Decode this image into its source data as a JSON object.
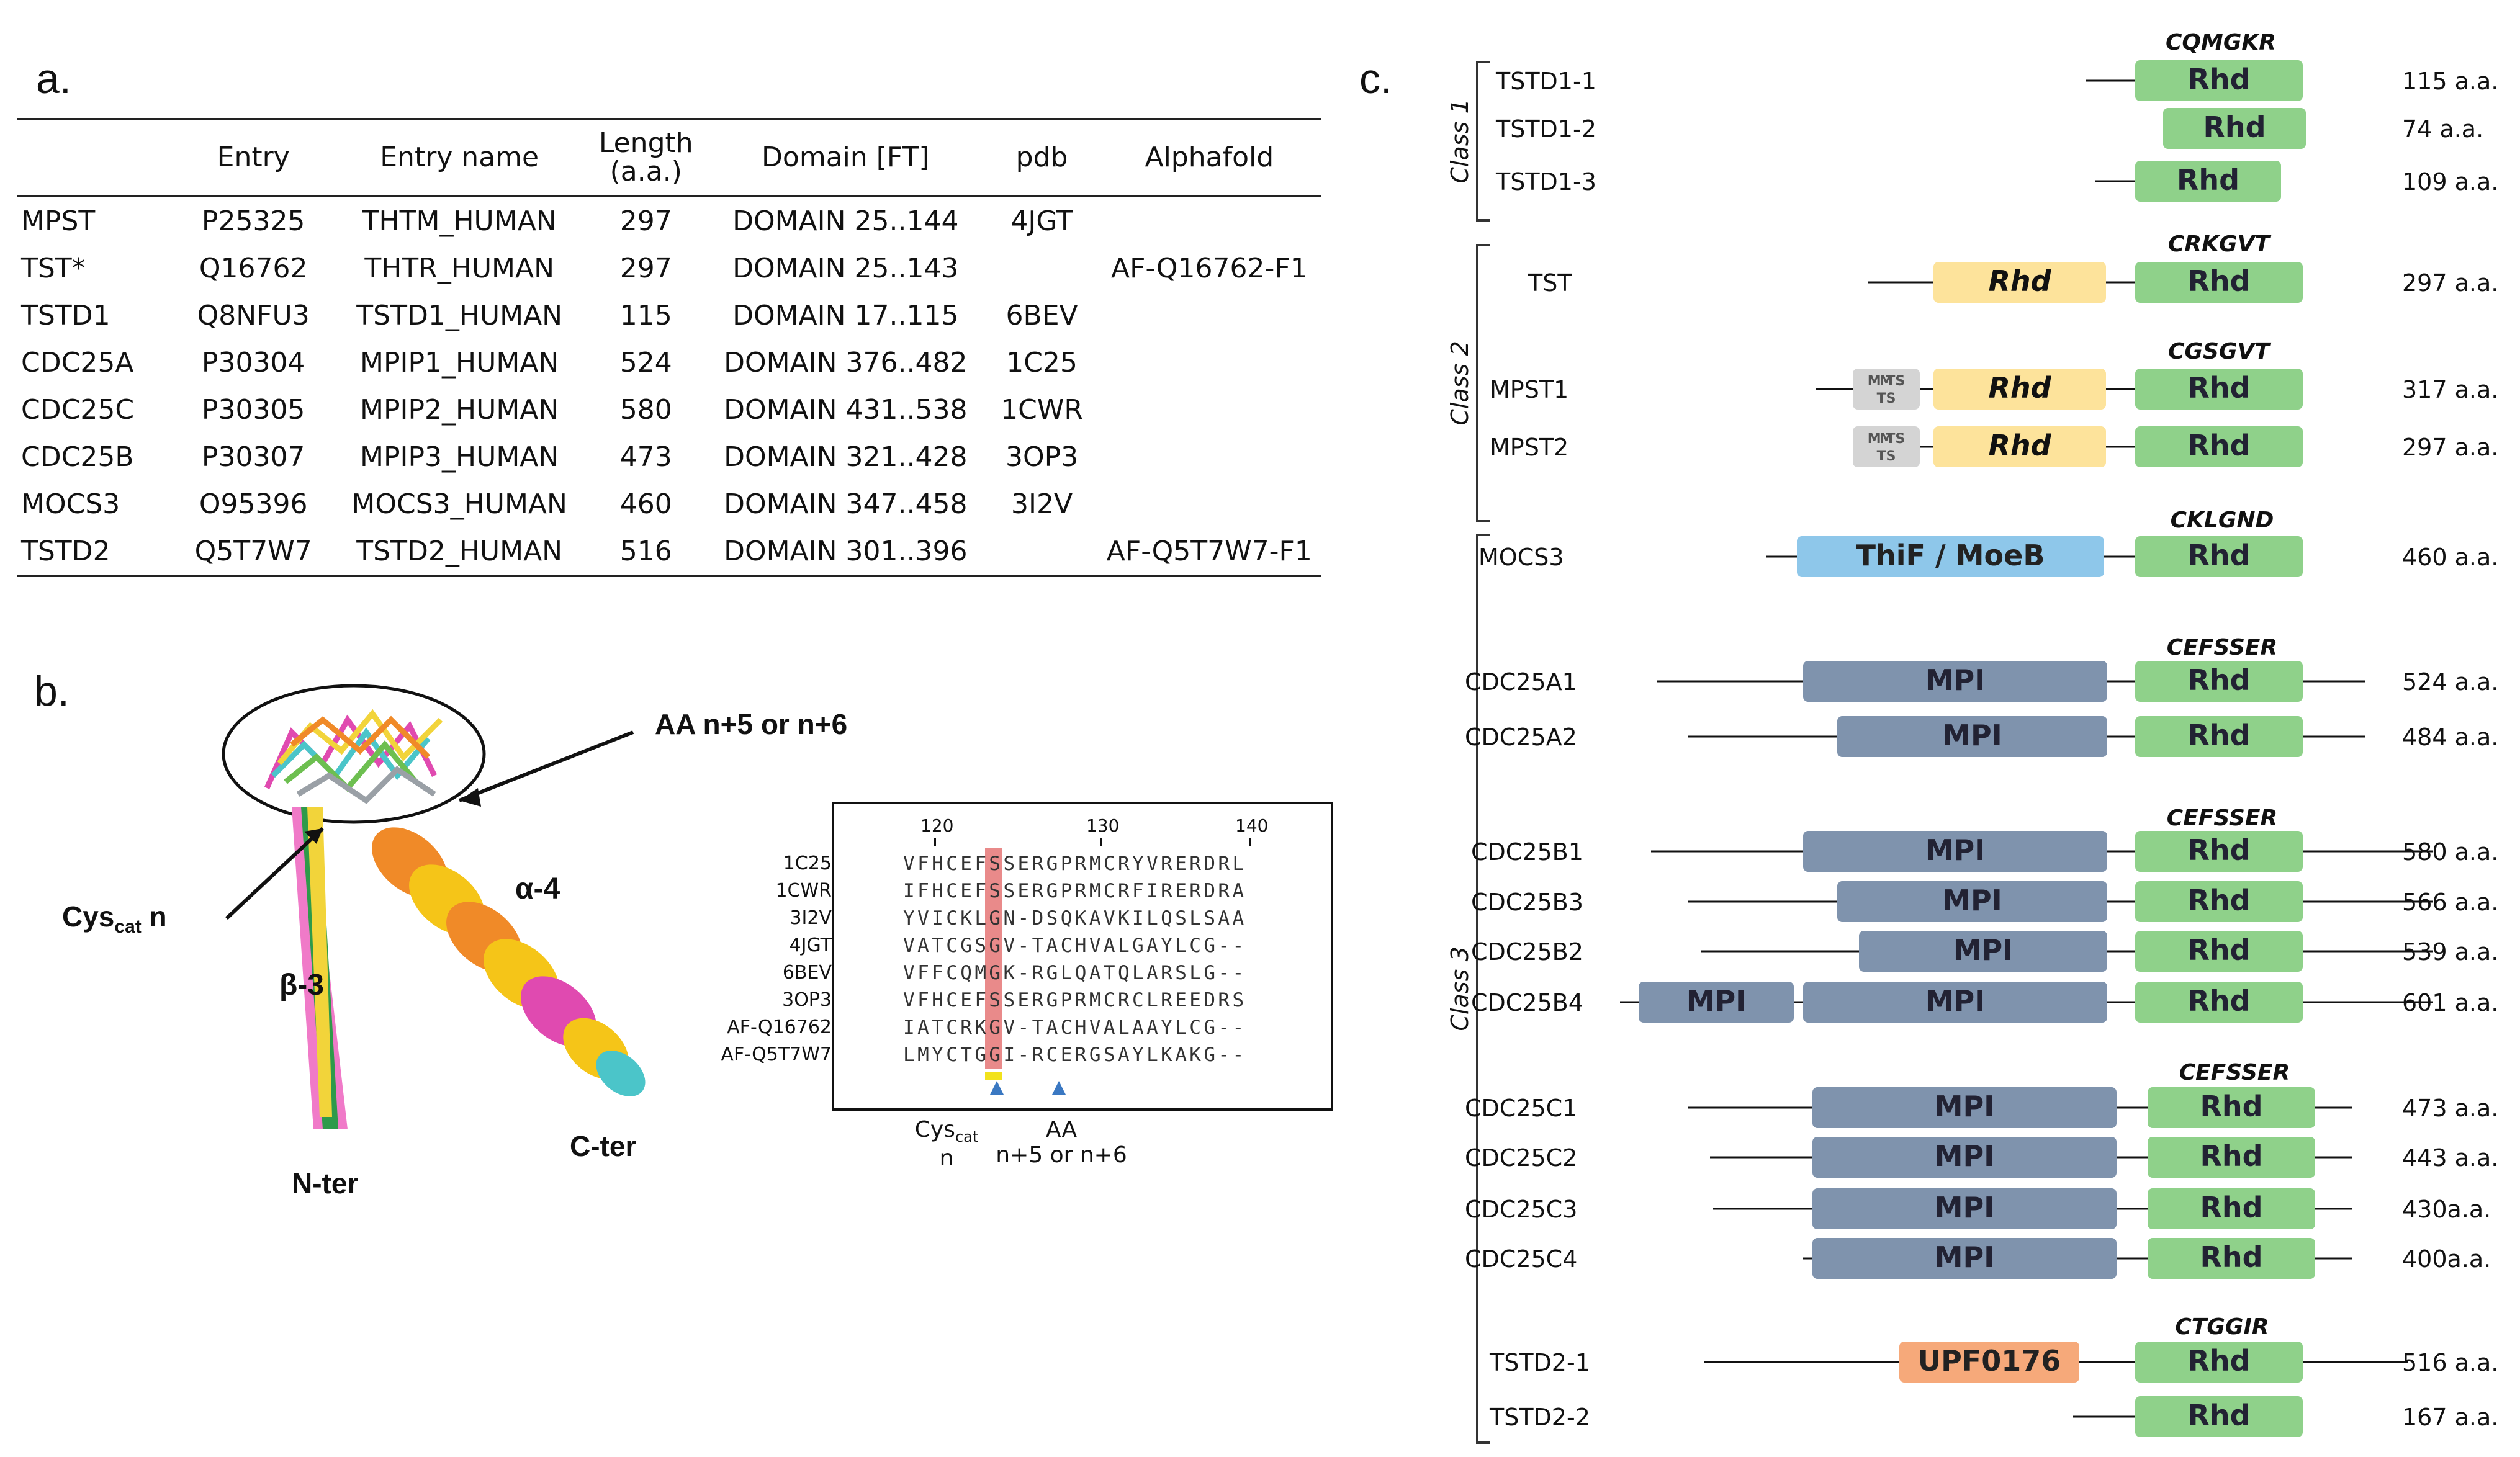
{
  "panel_a": {
    "label": "a.",
    "headers": [
      "",
      "Entry",
      "Entry name",
      "Length (a.a.)",
      "Domain [FT]",
      "pdb",
      "Alphafold"
    ],
    "rows": [
      [
        "MPST",
        "P25325",
        "THTM_HUMAN",
        "297",
        "DOMAIN 25..144",
        "4JGT",
        ""
      ],
      [
        "TST*",
        "Q16762",
        "THTR_HUMAN",
        "297",
        "DOMAIN 25..143",
        "",
        "AF-Q16762-F1"
      ],
      [
        "TSTD1",
        "Q8NFU3",
        "TSTD1_HUMAN",
        "115",
        "DOMAIN 17..115",
        "6BEV",
        ""
      ],
      [
        "CDC25A",
        "P30304",
        "MPIP1_HUMAN",
        "524",
        "DOMAIN 376..482",
        "1C25",
        ""
      ],
      [
        "CDC25C",
        "P30305",
        "MPIP2_HUMAN",
        "580",
        "DOMAIN 431..538",
        "1CWR",
        ""
      ],
      [
        "CDC25B",
        "P30307",
        "MPIP3_HUMAN",
        "473",
        "DOMAIN 321..428",
        "3OP3",
        ""
      ],
      [
        "MOCS3",
        "O95396",
        "MOCS3_HUMAN",
        "460",
        "DOMAIN 347..458",
        "3I2V",
        ""
      ],
      [
        "TSTD2",
        "Q5T7W7",
        "TSTD2_HUMAN",
        "516",
        "DOMAIN 301..396",
        "",
        "AF-Q5T7W7-F1"
      ]
    ]
  },
  "panel_b": {
    "label": "b.",
    "annotations": {
      "aa_label": "AA n+5 or n+6",
      "cys_main": "Cys",
      "cys_sub": "cat",
      "cys_n": " n",
      "alpha": "α-4",
      "beta": "β-3",
      "nter": "N-ter",
      "cter": "C-ter"
    },
    "alignment": {
      "ticks": [
        "120",
        "130",
        "140"
      ],
      "rows": [
        {
          "id": "1C25",
          "seq": "VFHCEFSSERGPRMCRYVRERDRL"
        },
        {
          "id": "1CWR",
          "seq": "IFHCEFSSERGPRMCRFIRERDRA"
        },
        {
          "id": "3I2V",
          "seq": "YVICKLGN-DSQKAVKILQSLSAA"
        },
        {
          "id": "4JGT",
          "seq": "VATCGSGV-TACHVALGAYLCG--"
        },
        {
          "id": "6BEV",
          "seq": "VFFCQMGK-RGLQATQLARSLG--"
        },
        {
          "id": "3OP3",
          "seq": "VFHCEFSSERGPRMCRCLREEDRS"
        },
        {
          "id": "AF-Q16762",
          "seq": "IATCRKGV-TACHVALAAYLCG--"
        },
        {
          "id": "AF-Q5T7W7",
          "seq": "LMYCTGGI-RCERGSAYLKAKG--"
        }
      ],
      "below_cys_main": "Cys",
      "below_cys_sub": "cat",
      "below_cys_n": "n",
      "below_aa": "AA",
      "below_aa2": "n+5 or n+6",
      "highlight_color": "#e98a8a",
      "marker_color": "#3a78c2"
    }
  },
  "panel_c": {
    "label": "c.",
    "colors": {
      "rhd": "#8fd18a",
      "rhd_yellow": "#fde39b",
      "mts": "#d4d4d4",
      "thif": "#8ec7ea",
      "mpi": "#7f93ad",
      "upf": "#f6a97a"
    },
    "classes": [
      "Class 1",
      "Class 2",
      "Class 3"
    ],
    "motifs": [
      "CQMGKR",
      "CRKGVT",
      "CGSGVT",
      "CKLGND",
      "CEFSSER",
      "CEFSSER",
      "CEFSSER",
      "CTGGIR"
    ],
    "proteins": [
      {
        "name": "TSTD1-1",
        "length": "115 a.a.",
        "domains": [
          "Rhd"
        ]
      },
      {
        "name": "TSTD1-2",
        "length": "74 a.a.",
        "domains": [
          "Rhd"
        ]
      },
      {
        "name": "TSTD1-3",
        "length": "109 a.a.",
        "domains": [
          "Rhd"
        ]
      },
      {
        "name": "TST",
        "length": "297 a.a.",
        "domains": [
          "Rhd",
          "Rhd"
        ]
      },
      {
        "name": "MPST1",
        "length": "317 a.a.",
        "domains": [
          "M TS",
          "Rhd",
          "Rhd"
        ]
      },
      {
        "name": "MPST2",
        "length": "297 a.a.",
        "domains": [
          "M TS",
          "Rhd",
          "Rhd"
        ]
      },
      {
        "name": "MOCS3",
        "length": "460 a.a.",
        "domains": [
          "ThiF / MoeB",
          "Rhd"
        ]
      },
      {
        "name": "CDC25A1",
        "length": "524 a.a.",
        "domains": [
          "MPI",
          "Rhd"
        ]
      },
      {
        "name": "CDC25A2",
        "length": "484 a.a.",
        "domains": [
          "MPI",
          "Rhd"
        ]
      },
      {
        "name": "CDC25B1",
        "length": "580 a.a.",
        "domains": [
          "MPI",
          "Rhd"
        ]
      },
      {
        "name": "CDC25B3",
        "length": "566 a.a.",
        "domains": [
          "MPI",
          "Rhd"
        ]
      },
      {
        "name": "CDC25B2",
        "length": "539 a.a.",
        "domains": [
          "MPI",
          "Rhd"
        ]
      },
      {
        "name": "CDC25B4",
        "length": "601 a.a.",
        "domains": [
          "MPI",
          "MPI",
          "Rhd"
        ]
      },
      {
        "name": "CDC25C1",
        "length": "473 a.a.",
        "domains": [
          "MPI",
          "Rhd"
        ]
      },
      {
        "name": "CDC25C2",
        "length": "443 a.a.",
        "domains": [
          "MPI",
          "Rhd"
        ]
      },
      {
        "name": "CDC25C3",
        "length": "430a.a.",
        "domains": [
          "MPI",
          "Rhd"
        ]
      },
      {
        "name": "CDC25C4",
        "length": "400a.a.",
        "domains": [
          "MPI",
          "Rhd"
        ]
      },
      {
        "name": "TSTD2-1",
        "length": "516 a.a.",
        "domains": [
          "UPF0176",
          "Rhd"
        ]
      },
      {
        "name": "TSTD2-2",
        "length": "167 a.a.",
        "domains": [
          "Rhd"
        ]
      }
    ]
  }
}
